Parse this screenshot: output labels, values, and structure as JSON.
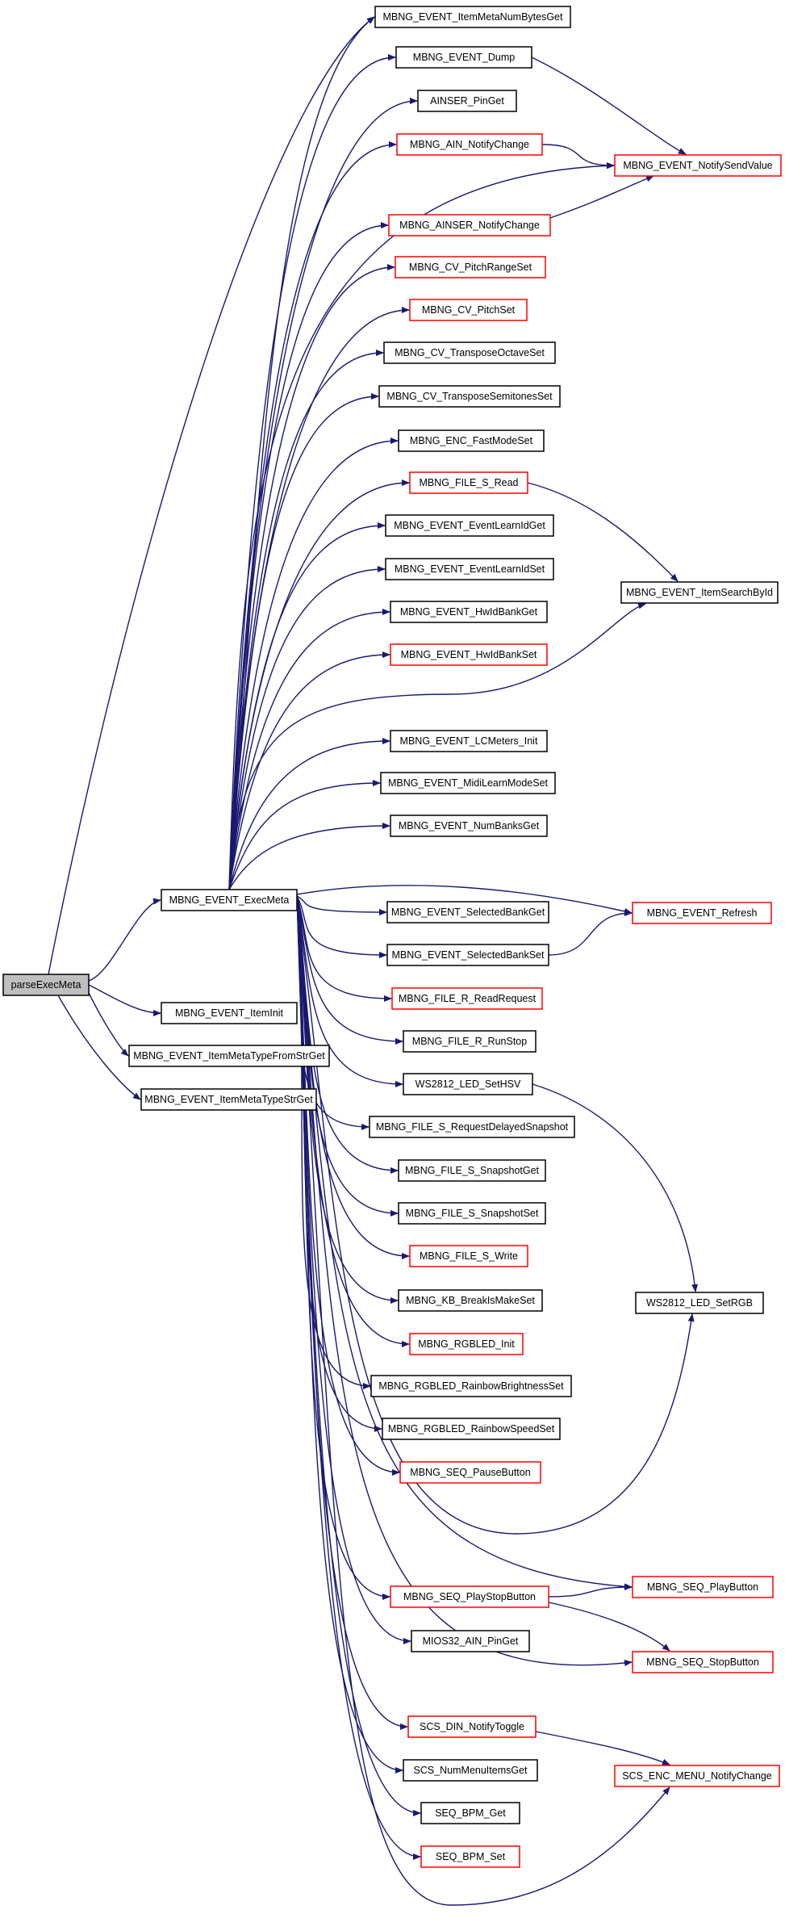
{
  "colors": {
    "edge": "#191970",
    "highlight_fill": "#bfbfbf",
    "normal_border": "#000000",
    "truncated_border": "#ff0000"
  },
  "nodes": {
    "root": {
      "label": "parseExecMeta",
      "style": "highlight"
    },
    "exec": {
      "label": "MBNG_EVENT_ExecMeta",
      "style": "normal"
    },
    "iteminit": {
      "label": "MBNG_EVENT_ItemInit",
      "style": "normal"
    },
    "metafromstr": {
      "label": "MBNG_EVENT_ItemMetaTypeFromStrGet",
      "style": "normal"
    },
    "metastr": {
      "label": "MBNG_EVENT_ItemMetaTypeStrGet",
      "style": "normal"
    },
    "metanum": {
      "label": "MBNG_EVENT_ItemMetaNumBytesGet",
      "style": "normal"
    },
    "dump": {
      "label": "MBNG_EVENT_Dump",
      "style": "normal"
    },
    "ainser_pin": {
      "label": "AINSER_PinGet",
      "style": "normal"
    },
    "ain_notify": {
      "label": "MBNG_AIN_NotifyChange",
      "style": "truncated"
    },
    "ainser_notify": {
      "label": "MBNG_AINSER_NotifyChange",
      "style": "truncated"
    },
    "cv_prs": {
      "label": "MBNG_CV_PitchRangeSet",
      "style": "truncated"
    },
    "cv_ps": {
      "label": "MBNG_CV_PitchSet",
      "style": "truncated"
    },
    "cv_tos": {
      "label": "MBNG_CV_TransposeOctaveSet",
      "style": "normal"
    },
    "cv_tss": {
      "label": "MBNG_CV_TransposeSemitonesSet",
      "style": "normal"
    },
    "enc_fms": {
      "label": "MBNG_ENC_FastModeSet",
      "style": "normal"
    },
    "file_s_read": {
      "label": "MBNG_FILE_S_Read",
      "style": "truncated"
    },
    "learn_get": {
      "label": "MBNG_EVENT_EventLearnIdGet",
      "style": "normal"
    },
    "learn_set": {
      "label": "MBNG_EVENT_EventLearnIdSet",
      "style": "normal"
    },
    "hwbank_get": {
      "label": "MBNG_EVENT_HwIdBankGet",
      "style": "normal"
    },
    "hwbank_set": {
      "label": "MBNG_EVENT_HwIdBankSet",
      "style": "truncated"
    },
    "lcmeters": {
      "label": "MBNG_EVENT_LCMeters_Init",
      "style": "normal"
    },
    "midilearn": {
      "label": "MBNG_EVENT_MidiLearnModeSet",
      "style": "normal"
    },
    "numbanks": {
      "label": "MBNG_EVENT_NumBanksGet",
      "style": "normal"
    },
    "selbank_get": {
      "label": "MBNG_EVENT_SelectedBankGet",
      "style": "normal"
    },
    "selbank_set": {
      "label": "MBNG_EVENT_SelectedBankSet",
      "style": "normal"
    },
    "file_r_read": {
      "label": "MBNG_FILE_R_ReadRequest",
      "style": "truncated"
    },
    "file_r_runstop": {
      "label": "MBNG_FILE_R_RunStop",
      "style": "normal"
    },
    "ws_hsv": {
      "label": "WS2812_LED_SetHSV",
      "style": "normal"
    },
    "file_s_rds": {
      "label": "MBNG_FILE_S_RequestDelayedSnapshot",
      "style": "normal"
    },
    "file_s_sg": {
      "label": "MBNG_FILE_S_SnapshotGet",
      "style": "normal"
    },
    "file_s_ss": {
      "label": "MBNG_FILE_S_SnapshotSet",
      "style": "normal"
    },
    "file_s_write": {
      "label": "MBNG_FILE_S_Write",
      "style": "truncated"
    },
    "kb_break": {
      "label": "MBNG_KB_BreakIsMakeSet",
      "style": "normal"
    },
    "rgbled_init": {
      "label": "MBNG_RGBLED_Init",
      "style": "truncated"
    },
    "rgbled_rbs": {
      "label": "MBNG_RGBLED_RainbowBrightnessSet",
      "style": "normal"
    },
    "rgbled_rss": {
      "label": "MBNG_RGBLED_RainbowSpeedSet",
      "style": "normal"
    },
    "seq_pause": {
      "label": "MBNG_SEQ_PauseButton",
      "style": "truncated"
    },
    "seq_playstop": {
      "label": "MBNG_SEQ_PlayStopButton",
      "style": "truncated"
    },
    "mios_ain": {
      "label": "MIOS32_AIN_PinGet",
      "style": "normal"
    },
    "scs_din": {
      "label": "SCS_DIN_NotifyToggle",
      "style": "truncated"
    },
    "scs_num": {
      "label": "SCS_NumMenuItemsGet",
      "style": "normal"
    },
    "bpm_get": {
      "label": "SEQ_BPM_Get",
      "style": "normal"
    },
    "bpm_set": {
      "label": "SEQ_BPM_Set",
      "style": "truncated"
    },
    "notify_send": {
      "label": "MBNG_EVENT_NotifySendValue",
      "style": "truncated"
    },
    "item_search": {
      "label": "MBNG_EVENT_ItemSearchById",
      "style": "normal"
    },
    "refresh": {
      "label": "MBNG_EVENT_Refresh",
      "style": "truncated"
    },
    "ws_rgb": {
      "label": "WS2812_LED_SetRGB",
      "style": "normal"
    },
    "seq_play": {
      "label": "MBNG_SEQ_PlayButton",
      "style": "truncated"
    },
    "seq_stop": {
      "label": "MBNG_SEQ_StopButton",
      "style": "truncated"
    },
    "scs_enc": {
      "label": "SCS_ENC_MENU_NotifyChange",
      "style": "truncated"
    }
  }
}
